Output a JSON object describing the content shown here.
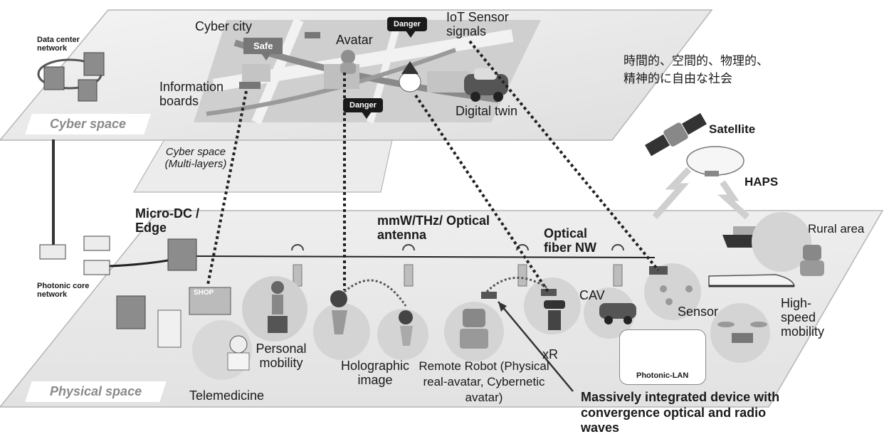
{
  "cyber": {
    "plane_label": "Cyber space",
    "sub_plane_label": "Cyber space (Multi-layers)",
    "data_center_label": "Data center network",
    "cyber_city_label": "Cyber city",
    "avatar_label": "Avatar",
    "iot_label": "IoT Sensor signals",
    "info_boards_label": "Information boards",
    "digital_twin_label": "Digital twin",
    "safe_badge": "Safe",
    "danger_badge_top": "Danger",
    "danger_badge_mid": "Danger"
  },
  "japanese_caption": "時間的、空間的、物理的、\n精神的に自由な社会",
  "sky": {
    "satellite_label": "Satellite",
    "haps_label": "HAPS"
  },
  "physical": {
    "plane_label": "Physical space",
    "micro_dc_label": "Micro-DC / Edge",
    "mmw_label": "mmW/THz/ Optical antenna",
    "optical_fiber_label": "Optical fiber NW",
    "rural_label": "Rural area",
    "photonic_core_label": "Photonic core network",
    "shop_sign": "SHOP",
    "cav_label": "CAV",
    "sensor_label": "Sensor",
    "high_speed_label": "High-speed mobility",
    "personal_mobility_label": "Personal mobility",
    "telemedicine_label": "Telemedicine",
    "holographic_label": "Holographic image",
    "remote_robot_label": "Remote Robot (Physical real-avatar, Cybernetic avatar)",
    "xr_label": "xR",
    "photonic_lan_label": "Photonic-LAN",
    "massive_device_label": "Massively integrated device with convergence optical and radio waves"
  }
}
